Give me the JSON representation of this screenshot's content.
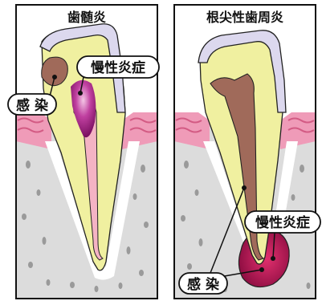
{
  "panels": [
    {
      "title": "歯髄炎",
      "label_infection": "感 染",
      "label_inflammation": "慢性炎症"
    },
    {
      "title": "根尖性歯周炎",
      "label_infection": "感 染",
      "label_inflammation": "慢性炎症"
    }
  ],
  "colors": {
    "frame": "#111111",
    "bone": "#dcdcdc",
    "bone_dots": "#9a9a9a",
    "gum": "#ef9bb8",
    "gum_stripe": "#d35b84",
    "periodontal": "#ffffff",
    "dentin": "#f0f0a0",
    "enamel": "#dcd8ee",
    "pulp_infected": "#a06a5a",
    "pulp_inflamed": "#b02a8c",
    "apical_lesion": "#b0185a"
  }
}
